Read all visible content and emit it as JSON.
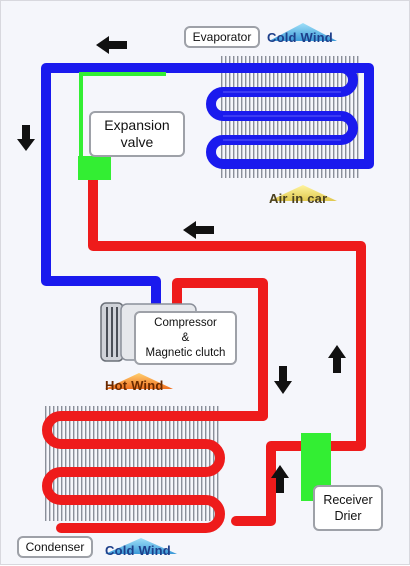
{
  "labels": {
    "evaporator": "Evaporator",
    "expansion_valve_line1": "Expansion",
    "expansion_valve_line2": "valve",
    "compressor_line1": "Compressor",
    "compressor_line2": "&",
    "compressor_line3": "Magnetic clutch",
    "condenser": "Condenser",
    "receiver_line1": "Receiver",
    "receiver_line2": "Drier",
    "cold_wind_top": "Cold Wind",
    "air_in_car": "Air in car",
    "hot_wind": "Hot Wind",
    "cold_wind_bottom": "Cold Wind"
  },
  "colors": {
    "low_pressure_pipe": "#1a1aee",
    "high_pressure_pipe": "#ee1b1b",
    "valve_and_drier": "#33ee33",
    "flow_arrow": "#111111",
    "cold_wind_text": "#1e3f8a",
    "cold_wind_fill": "#7fd0f0",
    "hot_wind_fill": "#f4a04a",
    "air_in_car_fill": "#f0e070"
  },
  "icons": {
    "flow_arrow": "arrow-icon",
    "compressor": "compressor-icon"
  }
}
